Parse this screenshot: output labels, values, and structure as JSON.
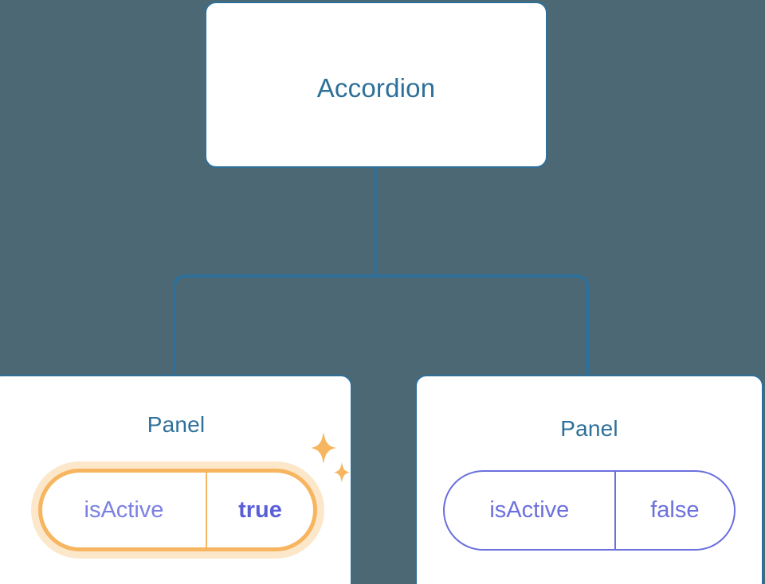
{
  "canvas": {
    "background_color": "#4c6874",
    "edge_color": "#2e7099"
  },
  "tree": {
    "root": {
      "label": "Accordion",
      "text_color": "#2e7099",
      "border_color": "#2e7099",
      "background_color": "#ffffff"
    },
    "children": [
      {
        "label": "Panel",
        "highlighted": true,
        "props": [
          {
            "key": "isActive",
            "value": "true",
            "key_color": "#7b80e4",
            "value_color": "#5a5fd6",
            "accent_color": "#f6b55e",
            "glow_color": "#fbdcae",
            "value_bold": true
          }
        ],
        "decorations": [
          "sparkle-large-icon",
          "sparkle-small-icon"
        ]
      },
      {
        "label": "Panel",
        "highlighted": false,
        "props": [
          {
            "key": "isActive",
            "value": "false",
            "key_color": "#6b70dd",
            "value_color": "#6b70dd",
            "accent_color": "#6b70dd",
            "glow_color": "",
            "value_bold": false
          }
        ],
        "decorations": []
      }
    ]
  }
}
